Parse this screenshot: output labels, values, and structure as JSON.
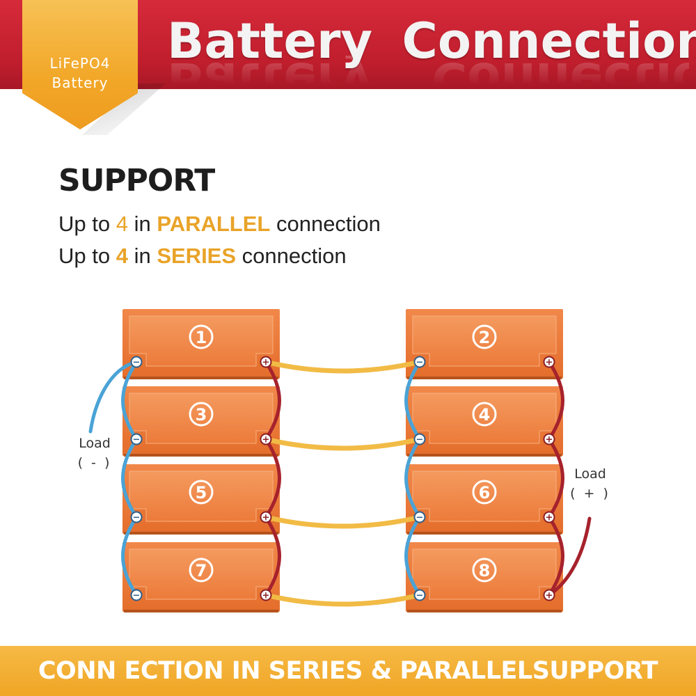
{
  "header": {
    "title": "Battery  Connection",
    "badge_line_1": "LiFePO4",
    "badge_line_2": "Battery"
  },
  "support": {
    "heading": "SUPPORT",
    "parallel": {
      "prefix": "Up to ",
      "count": "4",
      "middle": " in ",
      "keyword": "PARALLEL",
      "suffix": " connection"
    },
    "series": {
      "prefix": "Up to ",
      "count": "4",
      "middle": " in ",
      "keyword": "SERIES",
      "suffix": " connection"
    }
  },
  "diagram": {
    "batteries": [
      {
        "label": "1"
      },
      {
        "label": "2"
      },
      {
        "label": "3"
      },
      {
        "label": "4"
      },
      {
        "label": "5"
      },
      {
        "label": "6"
      },
      {
        "label": "7"
      },
      {
        "label": "8"
      }
    ],
    "load_negative": {
      "word": "Load",
      "sign": "( - )"
    },
    "load_positive": {
      "word": "Load",
      "sign": "( + )"
    },
    "terminal_negative_symbol": "−",
    "terminal_positive_symbol": "+"
  },
  "footer": {
    "text": "CONN ECTION IN SERIES & PARALLELSUPPORT"
  },
  "colors": {
    "header_red": "#c01e2d",
    "badge_orange": "#f2a728",
    "battery_orange": "#ee7a33",
    "highlight_yellow": "#e9a328",
    "cable_blue": "#4aa3d6",
    "cable_red": "#a6222c",
    "cable_yellow": "#f1bb45"
  }
}
